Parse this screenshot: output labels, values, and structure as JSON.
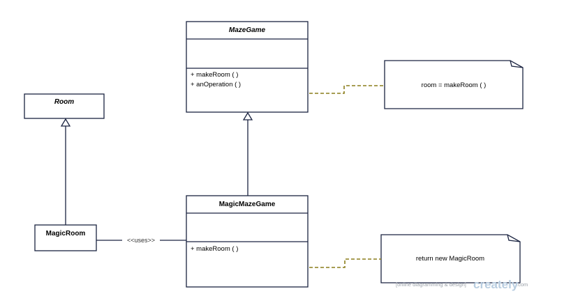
{
  "classes": {
    "maze_game": {
      "name": "MazeGame",
      "operations": [
        "+  makeRoom  ( )",
        "+ anOperation ( )"
      ]
    },
    "room": {
      "name": "Room"
    },
    "magic_maze_game": {
      "name": "MagicMazeGame",
      "operations": [
        "+  makeRoom  ( )"
      ]
    },
    "magic_room": {
      "name": "MagicRoom"
    }
  },
  "notes": {
    "maze_game_note": "room = makeRoom ( )",
    "magic_maze_game_note": "return new MagicRoom"
  },
  "relations": {
    "uses_label": "<<uses>>"
  },
  "watermark": {
    "tagline": "[online diagramming & design]",
    "brand": "creately",
    "domain": ".com"
  },
  "colors": {
    "line": "#1a2340",
    "note_link": "#8a7d1a"
  }
}
